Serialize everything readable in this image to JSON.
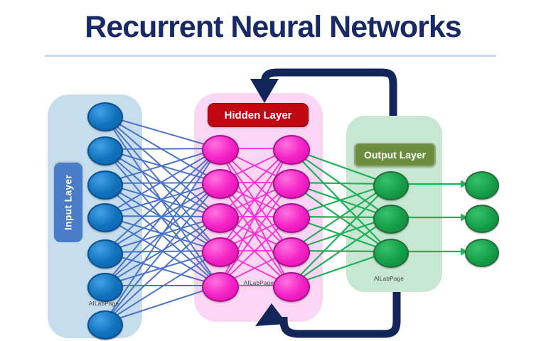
{
  "title": {
    "text": "Recurrent Neural Networks",
    "color": "#172a67",
    "underline_color": "#ccd8ec"
  },
  "watermark": "AILabPage",
  "layers": {
    "input": {
      "label": "Input Layer",
      "neuron_count": 7,
      "panel_color": "#c6ddee",
      "label_bg": "#4a7cc7",
      "label_text_color": "#ffffff",
      "neuron": {
        "light": "#44a0e8",
        "mid": "#1273bd",
        "dark": "#0b5ea6",
        "border": "#0a5190"
      }
    },
    "hidden": {
      "label": "Hidden Layer",
      "columns": 2,
      "neurons_per_column": 5,
      "panel_color": "#fbd6f4",
      "label_bg": "#c00712",
      "label_text_color": "#ffffff",
      "neuron": {
        "light": "#ff72e0",
        "mid": "#f522c8",
        "dark": "#d60ca6",
        "border": "#ad0f8d"
      }
    },
    "output": {
      "label": "Output Layer",
      "neuron_count": 3,
      "panel_color": "#c8e7d2",
      "label_bg": "#6b8e3e",
      "label_text_color": "#ffffff",
      "neuron": {
        "light": "#38c06c",
        "mid": "#17a04a",
        "dark": "#0e7d3a",
        "border": "#20703a"
      }
    },
    "result": {
      "neuron_count": 3,
      "neuron": {
        "light": "#38c06c",
        "mid": "#17a04a",
        "dark": "#0e7d3a",
        "border": "#20703a"
      }
    }
  },
  "connections": {
    "input_to_hidden_color": "#4b74c8",
    "hidden_to_hidden_color": "#ff2bd1",
    "hidden_to_output_color": "#1eb158",
    "output_arrow_color": "#1eb158",
    "recurrent_loop_color": "#13265c"
  }
}
